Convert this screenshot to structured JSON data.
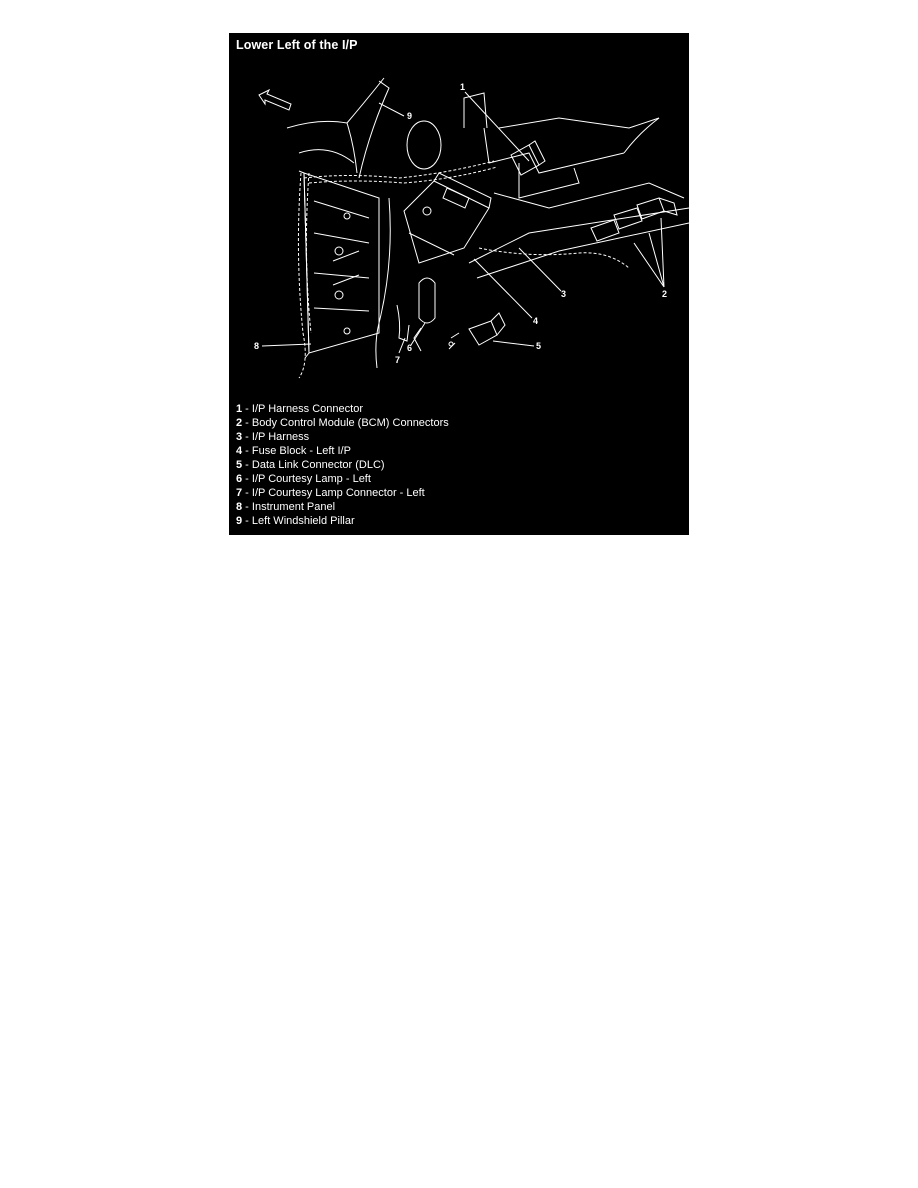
{
  "figure": {
    "title": "Lower Left of the I/P",
    "callouts": [
      "1",
      "2",
      "3",
      "4",
      "5",
      "6",
      "7",
      "8",
      "9"
    ],
    "legend": [
      {
        "num": "1",
        "sep": " - ",
        "text": "I/P Harness Connector"
      },
      {
        "num": "2",
        "sep": " - ",
        "text": "Body Control Module (BCM) Connectors"
      },
      {
        "num": "3",
        "sep": " - ",
        "text": "I/P Harness"
      },
      {
        "num": "4",
        "sep": " - ",
        "text": "Fuse Block - Left I/P"
      },
      {
        "num": "5",
        "sep": " - ",
        "text": "Data Link Connector (DLC)"
      },
      {
        "num": "6",
        "sep": " - ",
        "text": "I/P Courtesy Lamp - Left"
      },
      {
        "num": "7",
        "sep": " - ",
        "text": "I/P Courtesy Lamp Connector - Left"
      },
      {
        "num": "8",
        "sep": " - ",
        "text": "Instrument Panel"
      },
      {
        "num": "9",
        "sep": " - ",
        "text": "Left Windshield Pillar"
      }
    ]
  },
  "colors": {
    "panel_bg": "#000000",
    "line": "#ffffff",
    "page_bg": "#ffffff"
  }
}
